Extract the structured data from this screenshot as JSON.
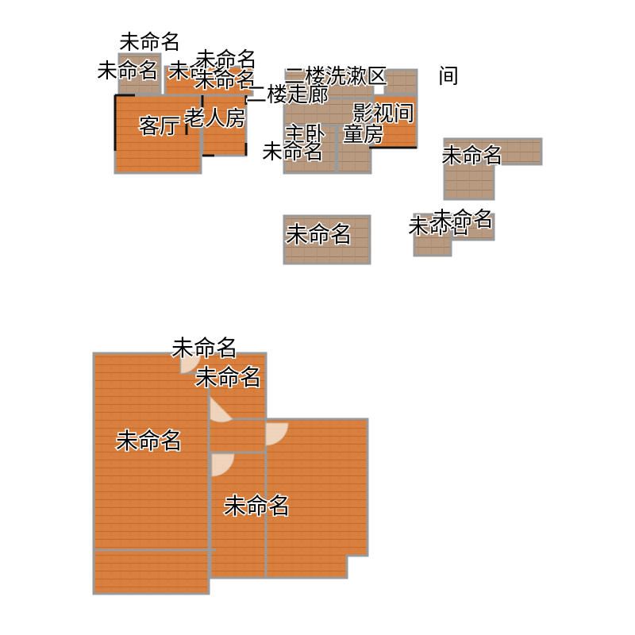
{
  "plan": {
    "top_floor": {
      "unnamed": "未命名",
      "living_room": "客厅",
      "elder_room": "老人房",
      "second_floor_wash": "二楼洗漱区",
      "room_jian": "间",
      "second_floor_corridor": "二楼走廊",
      "home_theater": "影视间",
      "master_bedroom": "主卧",
      "kids_room": "童房"
    },
    "bottom_floor": {
      "unnamed": "未命名"
    }
  },
  "colors": {
    "wood": "#d9803f",
    "wood_grain": "#c06a2c",
    "tile": "#b89a80",
    "tile_grout": "#9c8068",
    "wall": "#111111",
    "room_border": "#9a9a9a"
  }
}
